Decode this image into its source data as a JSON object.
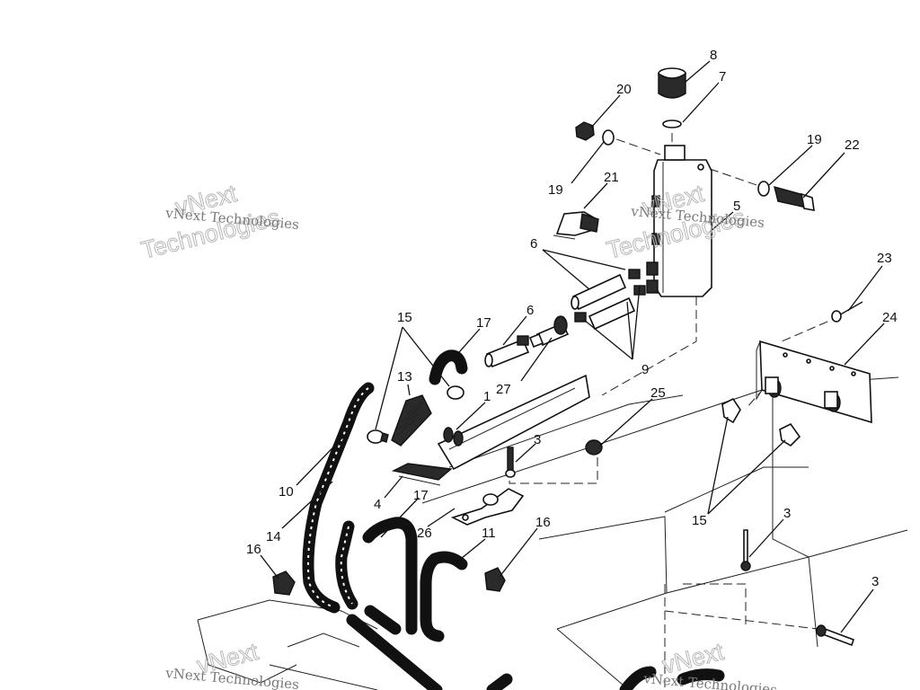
{
  "watermark": {
    "small_text": "vNext Technologies",
    "outline_line1": "vNext",
    "outline_line2": "Technologies"
  },
  "callouts": [
    {
      "id": "c8",
      "label": "8"
    },
    {
      "id": "c7",
      "label": "7"
    },
    {
      "id": "c20",
      "label": "20"
    },
    {
      "id": "c19a",
      "label": "19"
    },
    {
      "id": "c19b",
      "label": "19"
    },
    {
      "id": "c22",
      "label": "22"
    },
    {
      "id": "c21",
      "label": "21"
    },
    {
      "id": "c5",
      "label": "5"
    },
    {
      "id": "c6a",
      "label": "6"
    },
    {
      "id": "c6b",
      "label": "6"
    },
    {
      "id": "c23",
      "label": "23"
    },
    {
      "id": "c24",
      "label": "24"
    },
    {
      "id": "c15a",
      "label": "15"
    },
    {
      "id": "c17a",
      "label": "17"
    },
    {
      "id": "c13",
      "label": "13"
    },
    {
      "id": "c9",
      "label": "9"
    },
    {
      "id": "c27",
      "label": "27"
    },
    {
      "id": "c1",
      "label": "1"
    },
    {
      "id": "c25",
      "label": "25"
    },
    {
      "id": "c3a",
      "label": "3"
    },
    {
      "id": "c10",
      "label": "10"
    },
    {
      "id": "c4",
      "label": "4"
    },
    {
      "id": "c14",
      "label": "14"
    },
    {
      "id": "c17b",
      "label": "17"
    },
    {
      "id": "c26",
      "label": "26"
    },
    {
      "id": "c11",
      "label": "11"
    },
    {
      "id": "c16a",
      "label": "16"
    },
    {
      "id": "c16b",
      "label": "16"
    },
    {
      "id": "c15b",
      "label": "15"
    },
    {
      "id": "c3b",
      "label": "3"
    },
    {
      "id": "c3c",
      "label": "3"
    }
  ]
}
